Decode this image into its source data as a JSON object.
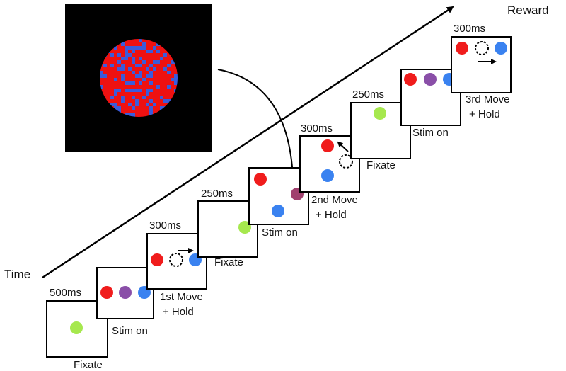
{
  "axis": {
    "time_label": "Time",
    "reward_label": "Reward"
  },
  "colors": {
    "red": "#f01c1c",
    "blue": "#3a82f0",
    "green": "#a6e84e",
    "purple": "#8a4fa8",
    "magenta": "#a0406e",
    "black": "#000000",
    "stim_red": "#ee1111",
    "stim_blue": "#3b5bdb"
  },
  "frames": [
    {
      "duration": "500ms",
      "caption": "Fixate"
    },
    {
      "duration": "",
      "caption": "Stim on"
    },
    {
      "duration": "300ms",
      "caption": "Fixate"
    },
    {
      "duration": "250ms",
      "caption": ""
    },
    {
      "duration": "",
      "caption": "Stim on"
    },
    {
      "duration": "300ms",
      "caption": "Fixate"
    },
    {
      "duration": "250ms",
      "caption": "Stim on"
    },
    {
      "duration": "300ms",
      "caption": ""
    }
  ],
  "moves": [
    {
      "line1": "1st Move",
      "line2": "+ Hold"
    },
    {
      "line1": "2nd Move",
      "line2": "+ Hold"
    },
    {
      "line1": "3rd Move",
      "line2": "+ Hold"
    }
  ]
}
